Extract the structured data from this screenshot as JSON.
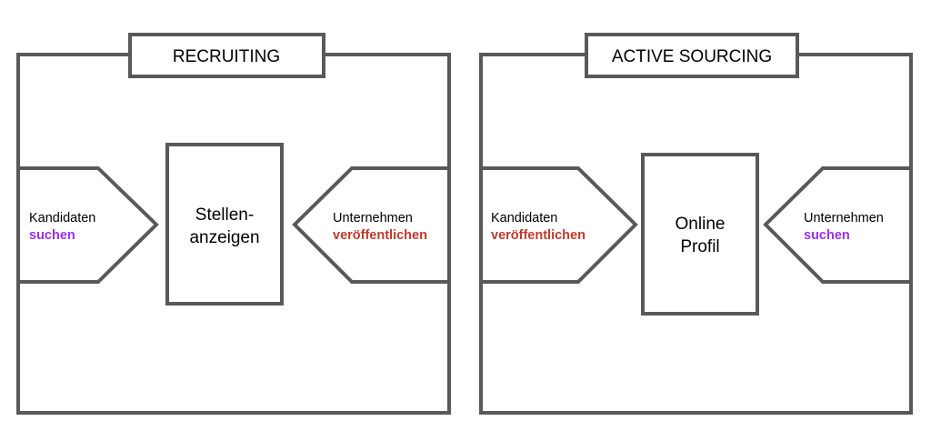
{
  "colors": {
    "stroke": "#595959",
    "purple": "#9b30e8",
    "red": "#c0392b",
    "text": "#000000"
  },
  "panels": [
    {
      "title": "RECRUITING",
      "center_line1": "Stellen-",
      "center_line2": "anzeigen",
      "left_line1": "Kandidaten",
      "left_line2": "suchen",
      "left_line2_color": "purple",
      "right_line1": "Unternehmen",
      "right_line2": "veröffentlichen",
      "right_line2_color": "red"
    },
    {
      "title": "ACTIVE SOURCING",
      "center_line1": "Online",
      "center_line2": "Profil",
      "left_line1": "Kandidaten",
      "left_line2": "veröffentlichen",
      "left_line2_color": "red",
      "right_line1": "Unternehmen",
      "right_line2": "suchen",
      "right_line2_color": "purple"
    }
  ]
}
